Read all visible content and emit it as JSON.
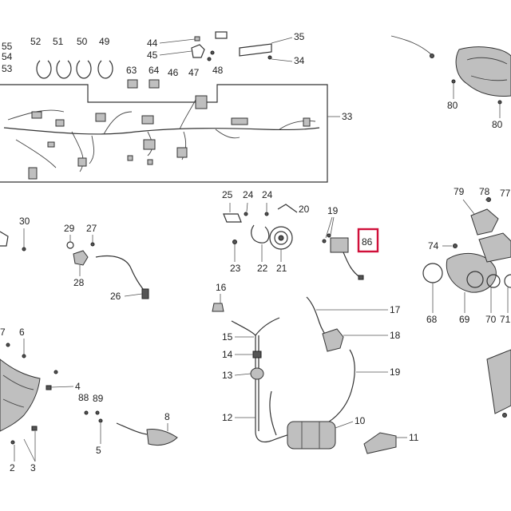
{
  "labels": {
    "l55": "55",
    "l54": "54",
    "l53": "53",
    "l52": "52",
    "l51": "51",
    "l50": "50",
    "l49": "49",
    "l44": "44",
    "l45": "45",
    "l46": "46",
    "l47": "47",
    "l48": "48",
    "l35": "35",
    "l34": "34",
    "l63": "63",
    "l64": "64",
    "l33": "33",
    "l80a": "80",
    "l80b": "80",
    "l25": "25",
    "l24a": "24",
    "l24b": "24",
    "l20": "20",
    "l19a": "19",
    "l86": "86",
    "l23": "23",
    "l22": "22",
    "l21": "21",
    "l79": "79",
    "l78": "78",
    "l77": "77",
    "l74": "74",
    "l68": "68",
    "l69": "69",
    "l70": "70",
    "l71": "71",
    "l30": "30",
    "l29": "29",
    "l27": "27",
    "l28": "28",
    "l26": "26",
    "l16": "16",
    "l15": "15",
    "l14": "14",
    "l13": "13",
    "l12": "12",
    "l17": "17",
    "l18": "18",
    "l19b": "19",
    "l10": "10",
    "l11": "11",
    "l7": "7",
    "l6": "6",
    "l4": "4",
    "l88": "88",
    "l89": "89",
    "l5": "5",
    "l8": "8",
    "l2": "2",
    "l3": "3"
  },
  "highlight": {
    "label": "86",
    "color": "#d0103a"
  },
  "colors": {
    "line": "#333333",
    "background": "#ffffff"
  }
}
